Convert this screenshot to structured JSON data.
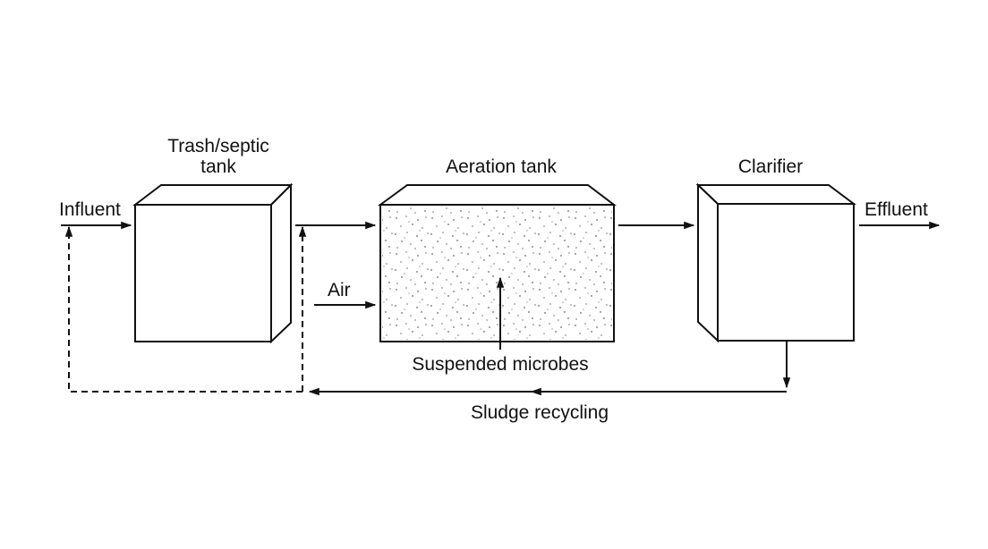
{
  "labels": {
    "influent": "Influent",
    "trash_septic_line1": "Trash/septic",
    "trash_septic_line2": "tank",
    "aeration_tank": "Aeration tank",
    "clarifier": "Clarifier",
    "effluent": "Effluent",
    "air": "Air",
    "suspended_microbes": "Suspended microbes",
    "sludge_recycling": "Sludge recycling"
  },
  "colors": {
    "ink": "#111111",
    "background": "#ffffff"
  }
}
